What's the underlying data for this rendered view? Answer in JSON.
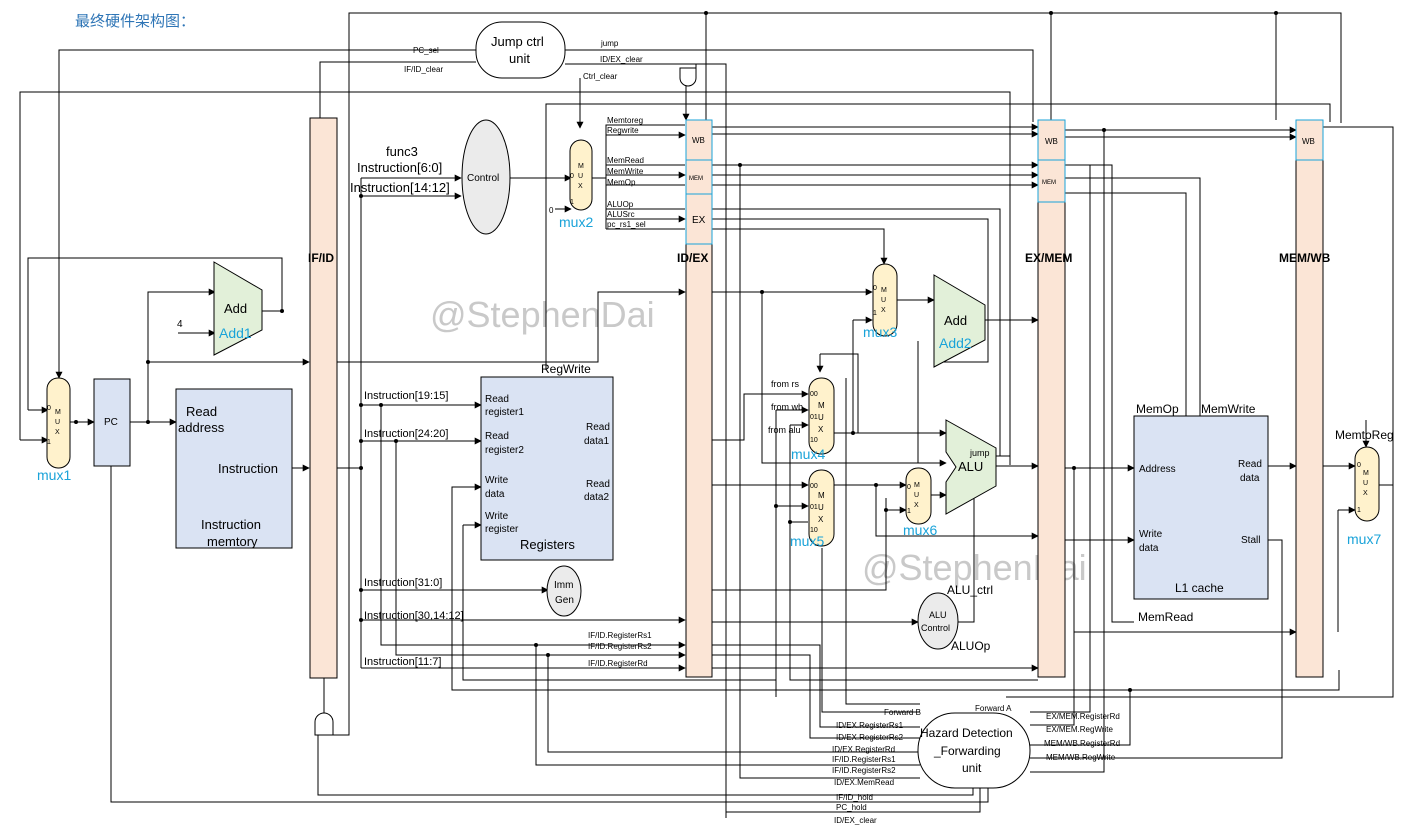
{
  "title": "最终硬件架构图：",
  "watermark": "@StephenDai",
  "pipeline_registers": {
    "if_id": "IF/ID",
    "id_ex": "ID/EX",
    "ex_mem": "EX/MEM",
    "mem_wb": "MEM/WB"
  },
  "stage_fields": {
    "wb": "WB",
    "mem": "MEM",
    "ex": "EX"
  },
  "blocks": {
    "pc": "PC",
    "add": "Add",
    "add1": "Add1",
    "add2": "Add2",
    "const_4": "4",
    "imem_read": "Read",
    "imem_address": "address",
    "imem_instruction": "Instruction",
    "imem_name1": "Instruction",
    "imem_name2": "memtory",
    "control": "Control",
    "jump_ctrl1": "Jump ctrl",
    "jump_ctrl2": "unit",
    "reg_read1a": "Read",
    "reg_read1b": "register1",
    "reg_read2a": "Read",
    "reg_read2b": "register2",
    "reg_wdata1": "Write",
    "reg_wdata2": "data",
    "reg_wreg1": "Write",
    "reg_wreg2": "register",
    "reg_rdata1a": "Read",
    "reg_rdata1b": "data1",
    "reg_rdata2a": "Read",
    "reg_rdata2b": "data2",
    "registers": "Registers",
    "regwrite": "RegWrite",
    "imm1": "Imm",
    "imm2": "Gen",
    "alu": "ALU",
    "alu_jump": "jump",
    "alu_ctrl1": "ALU",
    "alu_ctrl2": "Control",
    "alu_ctrl_label": "ALU_ctrl",
    "aluop_label": "ALUOp",
    "alusrc_label": "ALUSrc",
    "cache_address": "Address",
    "cache_read1": "Read",
    "cache_read2": "data",
    "cache_write1": "Write",
    "cache_write2": "data",
    "cache_stall": "Stall",
    "cache_name": "L1 cache",
    "memop": "MemOp",
    "memwrite": "MemWrite",
    "memread": "MemRead",
    "memtoreg": "MemtoReg",
    "hazard1": "Hazard Detection",
    "hazard2": "_Forwarding",
    "hazard3": "unit"
  },
  "mux_letters": [
    "M",
    "U",
    "X"
  ],
  "mux_names": {
    "mux1": "mux1",
    "mux2": "mux2",
    "mux3": "mux3",
    "mux4": "mux4",
    "mux5": "mux5",
    "mux6": "mux6",
    "mux7": "mux7"
  },
  "mux_ports": {
    "p0": "0",
    "p1": "1",
    "p00": "00",
    "p01": "01",
    "p10": "10"
  },
  "mux4_inputs": [
    "from rs",
    "from wb",
    "from alu"
  ],
  "instruction_fields": {
    "func3": "func3",
    "i6_0": "Instruction[6:0]",
    "i14_12": "Instruction[14:12]",
    "i19_15": "Instruction[19:15]",
    "i24_20": "Instruction[24:20]",
    "i31_0": "Instruction[31:0]",
    "i30": "Instruction[30,14:12]",
    "i11_7": "Instruction[11:7]"
  },
  "control_signals": {
    "memtoreg": "Memtoreg",
    "regwrite": "Regwrite",
    "memread": "MemRead",
    "memwrite": "MemWrite",
    "memop": "MemOp",
    "aluop": "ALUOp",
    "alusrc": "ALUSrc",
    "pc_rs1_sel": "pc_rs1_sel",
    "pc_sel": "PC_sel",
    "if_id_clear": "IF/ID_clear",
    "jump": "jump",
    "id_ex_clear": "ID/EX_clear",
    "ctrl_clear": "Ctrl_clear",
    "const0": "0"
  },
  "hazard_signals": {
    "rs1": "IF/ID.RegisterRs1",
    "rs2": "IF/ID.RegisterRs2",
    "rd": "IF/ID.RegisterRd",
    "forward_b": "Forward B",
    "forward_a": "Forward A",
    "ex_rs1": "ID/EX.RegisterRs1",
    "ex_rs2": "ID/EX.RegisterRs2",
    "ex_rd": "ID/EX.RegisterRd",
    "id_rs1": "IF/ID.RegisterRs1",
    "id_rs2": "IF/ID.RegisterRs2",
    "ex_memread": "ID/EX.MemRead",
    "if_id_hold": "IF/ID_hold",
    "pc_hold": "PC_hold",
    "id_ex_clear": "ID/EX_clear",
    "exmem_rd": "EX/MEM.RegisterRd",
    "exmem_regwrite": "EX/MEM.RegWrite",
    "memwb_rd": "MEM/WB.RegisterRd",
    "memwb_regwrite": "MEM/WB.RegWrite"
  },
  "colors": {
    "pipeline": "#fbe5d6",
    "unit_blue": "#dae3f3",
    "mux": "#fff2cc",
    "adder": "#e2f0d9",
    "label_cyan": "#1aa3d9",
    "title_blue": "#2e75b6"
  }
}
